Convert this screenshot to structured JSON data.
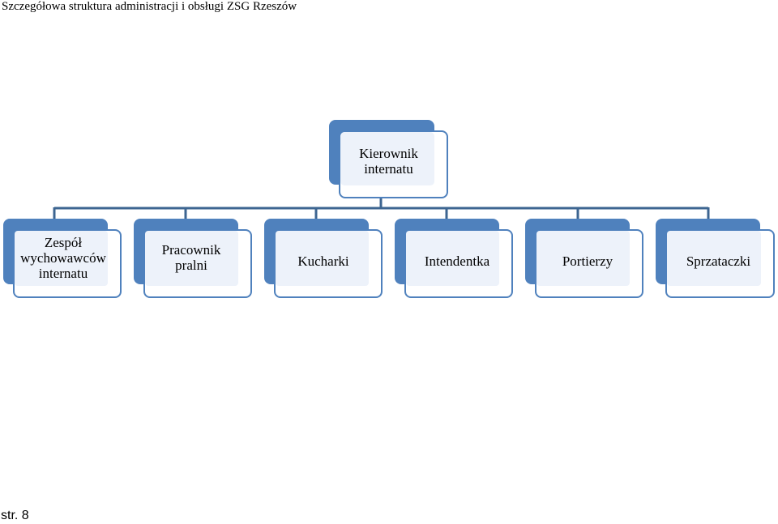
{
  "header": {
    "title": "Szczegółowa struktura administracji i obsługi ZSG Rzeszów"
  },
  "footer": {
    "page_number": "str. 8"
  },
  "org_chart": {
    "root": {
      "label": "Kierownik internatu"
    },
    "children": [
      {
        "label": "Zespół wychowawców internatu"
      },
      {
        "label": "Pracownik pralni"
      },
      {
        "label": "Kucharki"
      },
      {
        "label": "Intendentka"
      },
      {
        "label": "Portierzy"
      },
      {
        "label": "Sprzataczki"
      }
    ]
  },
  "colors": {
    "accent": "#4f81bd",
    "connector": "#3d6591",
    "box_fill": "#edf2fa"
  }
}
